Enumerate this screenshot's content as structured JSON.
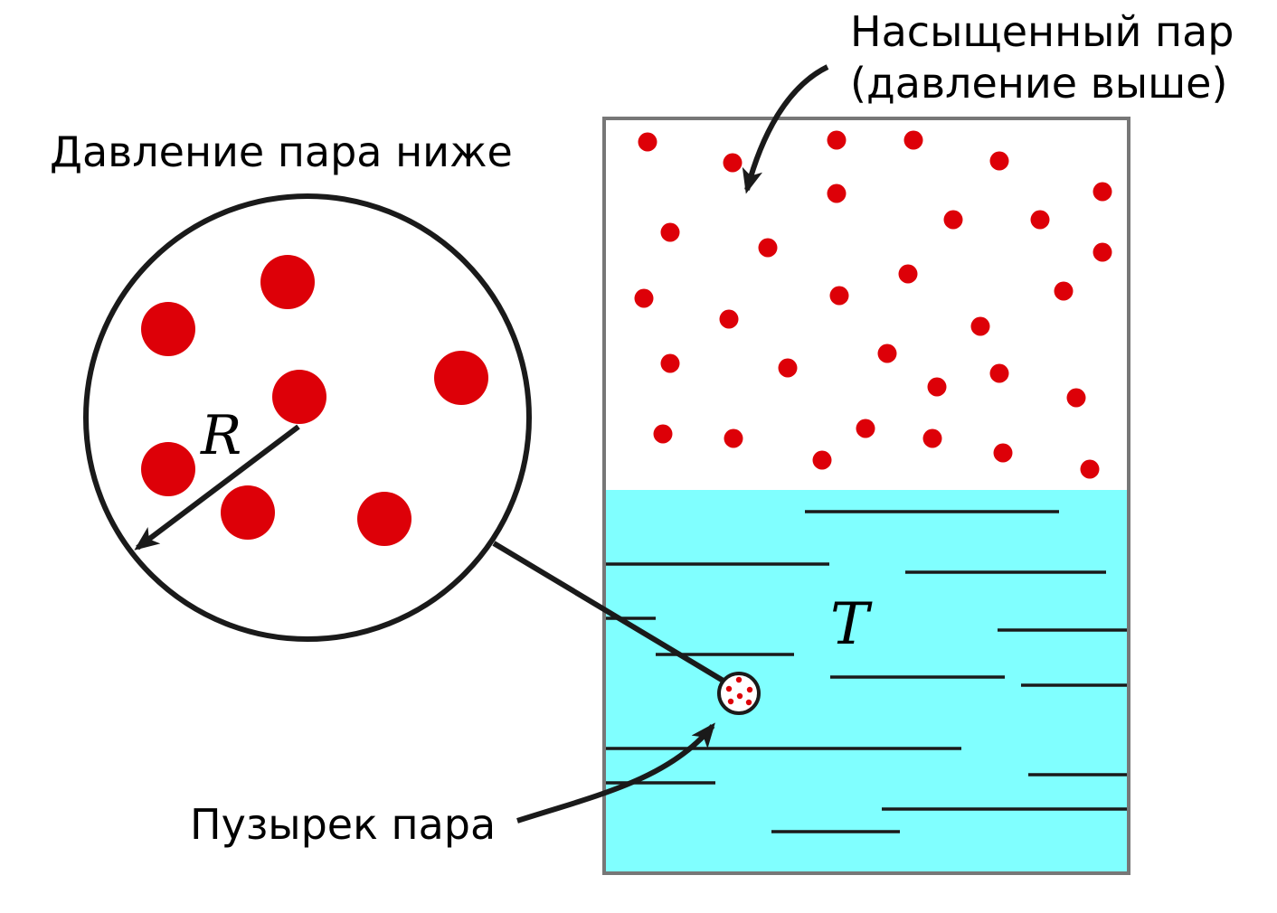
{
  "labels": {
    "saturated_line1": "Насыщенный пар",
    "saturated_line2": "(давление выше)",
    "lower_pressure": "Давление пара ниже",
    "bubble": "Пузырек пара",
    "radius_symbol": "R",
    "temperature_symbol": "T"
  },
  "colors": {
    "molecule": "#dd0008",
    "liquid": "#80ffff",
    "container_border": "#777777",
    "ink": "#1a1a1a"
  }
}
